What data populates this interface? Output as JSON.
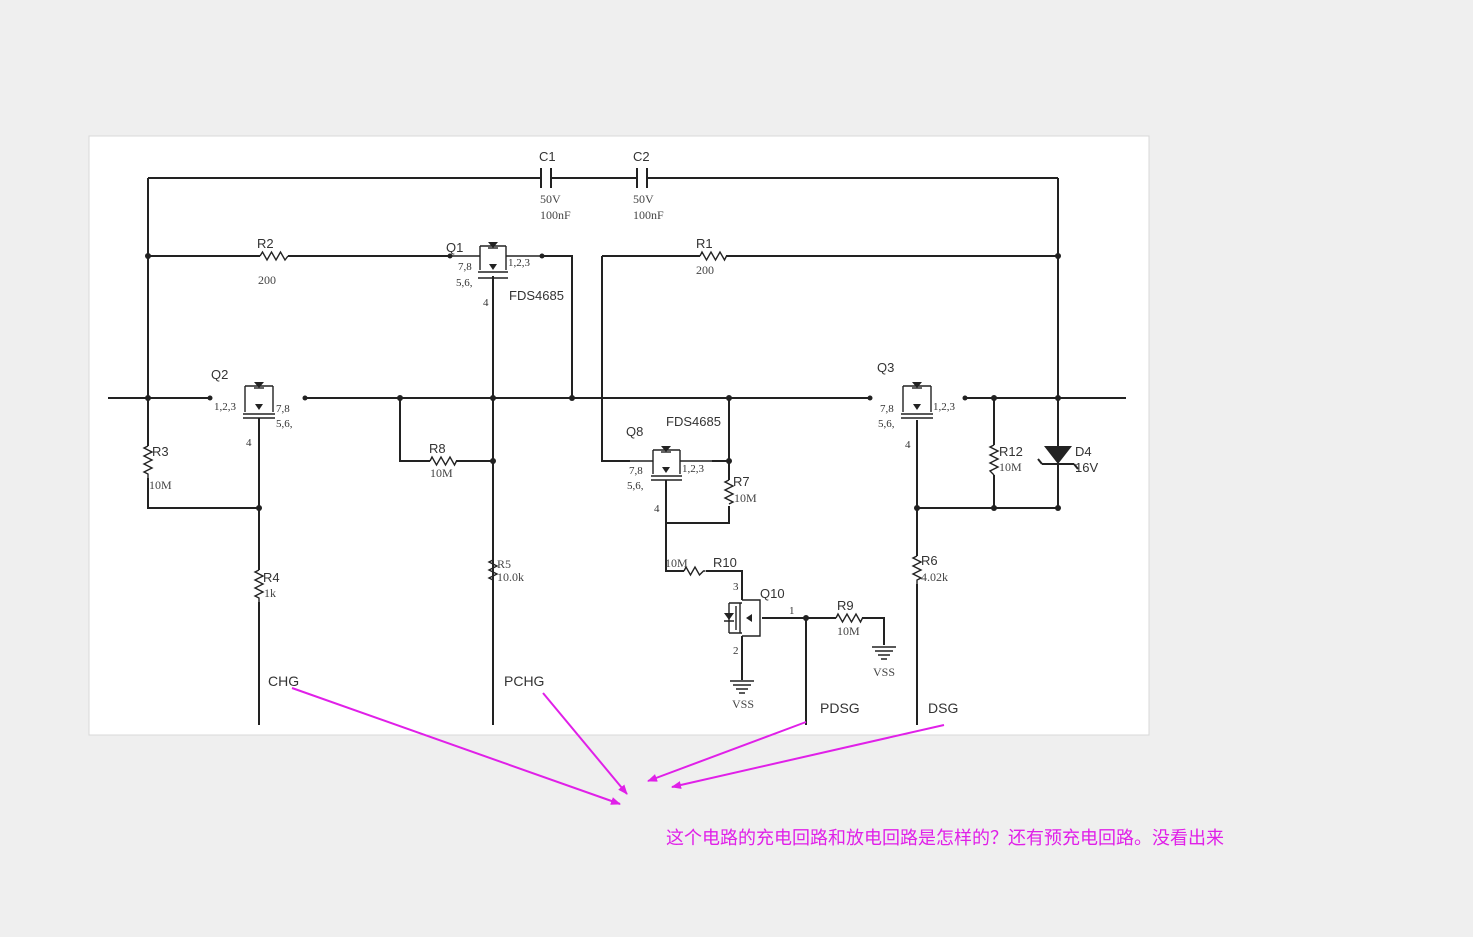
{
  "components": {
    "C1": {
      "ref": "C1",
      "voltage": "50V",
      "value": "100nF"
    },
    "C2": {
      "ref": "C2",
      "voltage": "50V",
      "value": "100nF"
    },
    "R1": {
      "ref": "R1",
      "value": "200"
    },
    "R2": {
      "ref": "R2",
      "value": "200"
    },
    "R3": {
      "ref": "R3",
      "value": "10M"
    },
    "R4": {
      "ref": "R4",
      "value": "1k"
    },
    "R5": {
      "ref": "R5",
      "value": "10.0k"
    },
    "R6": {
      "ref": "R6",
      "value": "4.02k"
    },
    "R7": {
      "ref": "R7",
      "value": "10M"
    },
    "R8": {
      "ref": "R8",
      "value": "10M"
    },
    "R9": {
      "ref": "R9",
      "value": "10M"
    },
    "R10": {
      "ref": "R10",
      "value": "10M"
    },
    "R12": {
      "ref": "R12",
      "value": "10M"
    },
    "D4": {
      "ref": "D4",
      "value": "16V"
    },
    "Q1": {
      "ref": "Q1",
      "part": "FDS4685",
      "pins_a": "1,2,3",
      "pins_b": "7,8",
      "pins_c": "5,6,",
      "gate": "4"
    },
    "Q2": {
      "ref": "Q2",
      "pins_a": "1,2,3",
      "pins_b": "7,8",
      "pins_c": "5,6,",
      "gate": "4"
    },
    "Q3": {
      "ref": "Q3",
      "pins_a": "1,2,3",
      "pins_b": "7,8",
      "pins_c": "5,6,",
      "gate": "4"
    },
    "Q8": {
      "ref": "Q8",
      "part": "FDS4685",
      "pins_a": "1,2,3",
      "pins_b": "7,8",
      "pins_c": "5,6,",
      "gate": "4"
    },
    "Q10": {
      "ref": "Q10",
      "pin1": "1",
      "pin2": "2",
      "pin3": "3"
    }
  },
  "ground_labels": {
    "left": "VSS",
    "right": "VSS"
  },
  "signals": {
    "chg": "CHG",
    "pchg": "PCHG",
    "pdsg": "PDSG",
    "dsg": "DSG"
  },
  "annotation": {
    "question": "这个电路的充电回路和放电回路是怎样的？还有预充电回路。没看出来",
    "color": "#e020e8"
  },
  "colors": {
    "page_background": "#efefef",
    "schematic_background": "#ffffff",
    "wire": "#222222",
    "annotation": "#e020e8"
  }
}
